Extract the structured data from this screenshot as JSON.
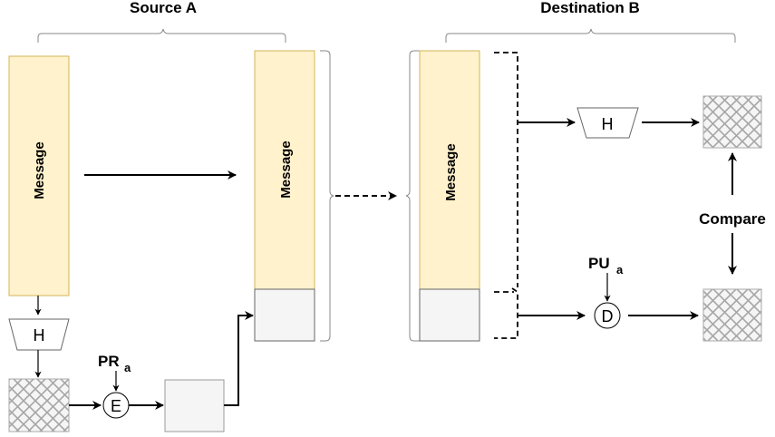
{
  "diagram": {
    "source_title": "Source A",
    "destination_title": "Destination B",
    "message_label": "Message",
    "hash_label": "H",
    "encrypt_label": "E",
    "decrypt_label": "D",
    "private_key": {
      "main": "PR",
      "sub": "a"
    },
    "public_key": {
      "main": "PU",
      "sub": "a"
    },
    "compare_label": "Compare"
  },
  "colors": {
    "message_fill": "#fff2cc",
    "message_stroke": "#d6b656",
    "signature_fill": "#f5f5f5",
    "hatch_stroke": "#aaaaaa"
  }
}
